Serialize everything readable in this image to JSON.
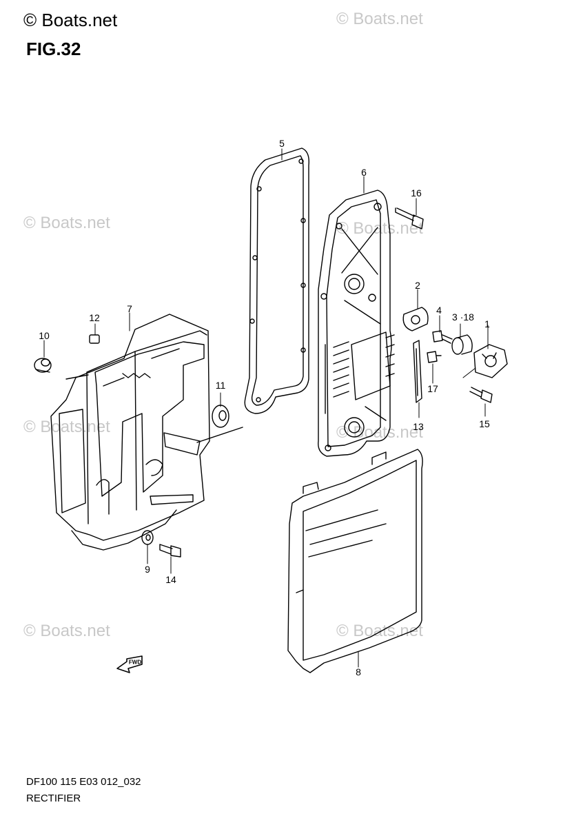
{
  "brand": {
    "text": "© Boats.net"
  },
  "figure": {
    "title": "FIG.32"
  },
  "watermarks": [
    {
      "text": "© Boats.net"
    },
    {
      "text": "© Boats.net"
    },
    {
      "text": "© Boats.net"
    },
    {
      "text": "© Boats.net"
    },
    {
      "text": "© Boats.net"
    },
    {
      "text": "© Boats.net"
    },
    {
      "text": "© Boats.net"
    }
  ],
  "fwd": {
    "text": "FWD"
  },
  "callouts": [
    {
      "label": "1"
    },
    {
      "label": "2"
    },
    {
      "label": "3 ·18"
    },
    {
      "label": "4"
    },
    {
      "label": "5"
    },
    {
      "label": "6"
    },
    {
      "label": "7"
    },
    {
      "label": "8"
    },
    {
      "label": "9"
    },
    {
      "label": "10"
    },
    {
      "label": "11"
    },
    {
      "label": "12"
    },
    {
      "label": "13"
    },
    {
      "label": "14"
    },
    {
      "label": "15"
    },
    {
      "label": "16"
    },
    {
      "label": "17"
    }
  ],
  "footer": {
    "code": "DF100 115 E03 012_032",
    "name": "RECTIFIER"
  }
}
